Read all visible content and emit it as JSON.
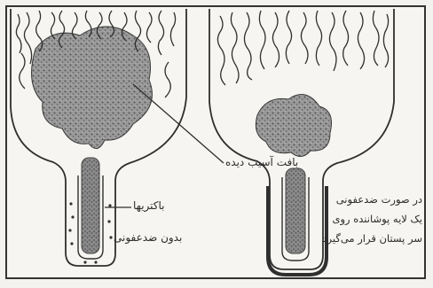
{
  "labels": {
    "damaged_tissue": "بافت آسیب دیده",
    "bacteria": "باکتریها",
    "no_disinfection": "بدون ضدعفونی",
    "with_disinfection": [
      "در صورت ضدعفونی",
      "یک لایه پوشاننده روی",
      "سر پستان قرار می‌گیرد"
    ]
  },
  "colors": {
    "ink": "#2f2f2f",
    "tissue": "#8c8c8c",
    "paper": "#f6f5f1"
  }
}
